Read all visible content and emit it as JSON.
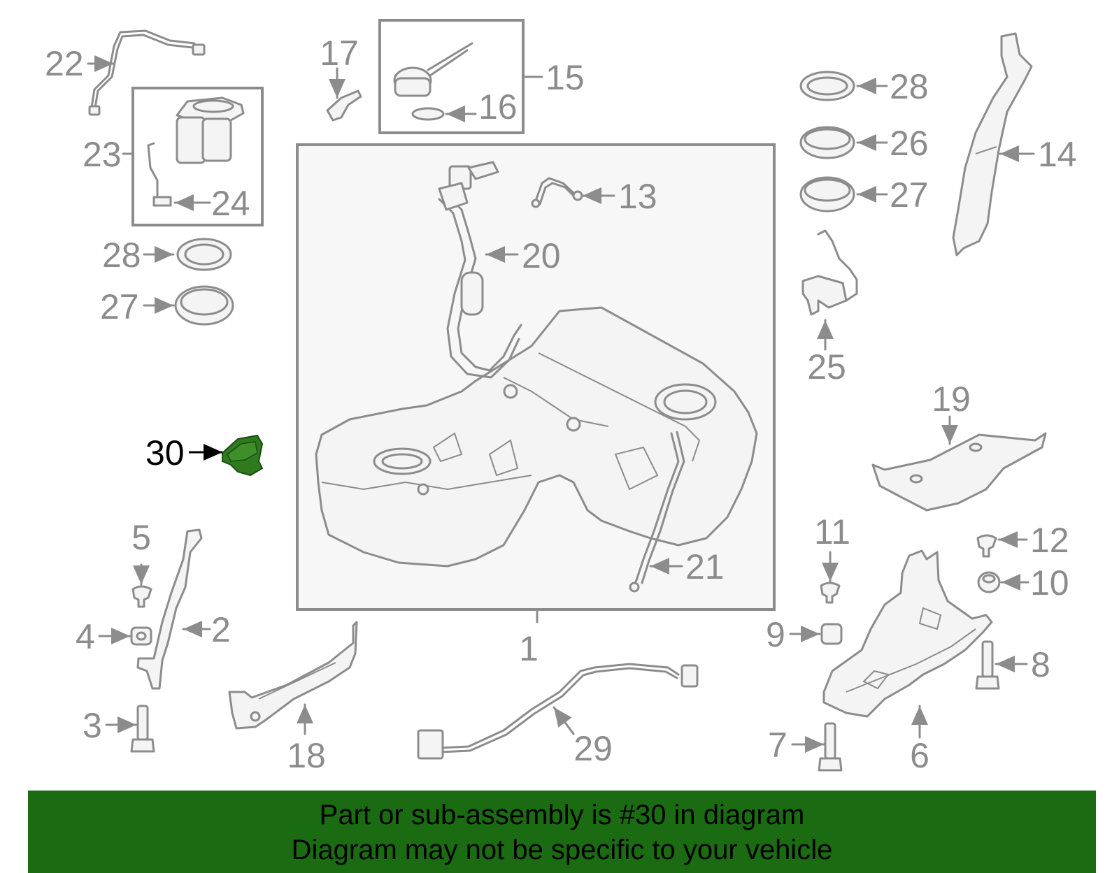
{
  "diagram": {
    "callouts": [
      "1",
      "2",
      "3",
      "4",
      "5",
      "6",
      "7",
      "8",
      "9",
      "10",
      "11",
      "12",
      "13",
      "14",
      "15",
      "16",
      "17",
      "18",
      "19",
      "20",
      "21",
      "22",
      "23",
      "24",
      "25",
      "26",
      "27",
      "27",
      "28",
      "28",
      "29",
      "30"
    ],
    "highlighted_part": "30",
    "highlight_color": "#2f7a1e"
  },
  "footer": {
    "line1": "Part or sub-assembly is #30 in diagram",
    "line2": "Diagram may not be specific to your vehicle",
    "background": "#1a6b12"
  }
}
